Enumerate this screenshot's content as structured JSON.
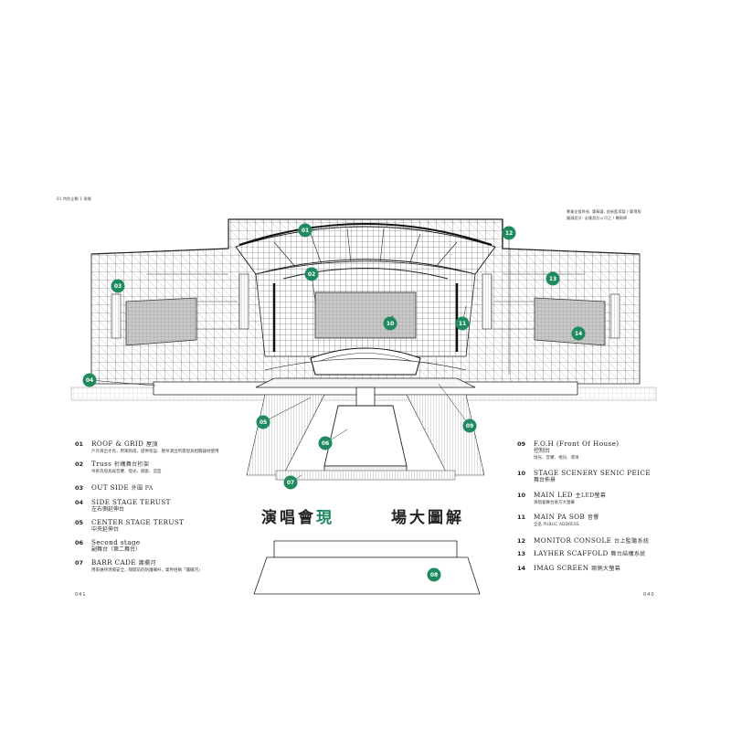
{
  "header": {
    "section_label": "01 特別企劃 1 現場",
    "credits_line1": "專業支援時長: 鄭蘇藝, 追新藍導製 / 鄭寶照",
    "credits_line2": "鏡頭設計: 必隆設計公司之 / 曝刷師"
  },
  "title": {
    "part1": "演唱會",
    "highlight": "現",
    "part2": "場大圖解"
  },
  "colors": {
    "accent": "#1e8a5e",
    "line": "#333333"
  },
  "markers": [
    {
      "id": "01"
    },
    {
      "id": "02"
    },
    {
      "id": "03"
    },
    {
      "id": "04"
    },
    {
      "id": "05"
    },
    {
      "id": "06"
    },
    {
      "id": "07"
    },
    {
      "id": "08"
    },
    {
      "id": "09"
    },
    {
      "id": "10"
    },
    {
      "id": "11"
    },
    {
      "id": "12"
    },
    {
      "id": "13"
    },
    {
      "id": "14"
    }
  ],
  "legend_left": [
    {
      "num": "01",
      "en": "ROOF & GRID",
      "zh": "屋頂",
      "desc": "戶外演出才有，用來防雨，提供架設、懸吊演出所需燈具相關器材使用"
    },
    {
      "num": "02",
      "en": "Truss",
      "zh": "桁構舞台桁架",
      "desc": "吊掛為燈具與音響、燈光、鋼索、造型"
    },
    {
      "num": "03",
      "en": "OUT SIDE",
      "zh": "外圍 PA",
      "desc": ""
    },
    {
      "num": "04",
      "en": "SIDE STAGE TERUST",
      "zh": "左右側延伸台",
      "desc": ""
    },
    {
      "num": "05",
      "en": "CENTER STAGE TERUST",
      "zh": "中央延伸台",
      "desc": ""
    },
    {
      "num": "06",
      "en": "Second stage",
      "zh": "副舞台（第二舞台）",
      "desc": ""
    },
    {
      "num": "07",
      "en": "BARR CADE",
      "zh": "護欄河",
      "desc": "用來維持現場安全，隔開前的防護欄杆，業界俗稱「護欄河」"
    }
  ],
  "legend_right": [
    {
      "num": "09",
      "en": "F.O.H (Front Of House)",
      "zh": "控制台",
      "desc": "燈光、音響、視訊、導演"
    },
    {
      "num": "10",
      "en": "STAGE SCENERY SENIC PEICE",
      "zh": "舞台佈景",
      "desc": ""
    },
    {
      "num": "10",
      "en": "MAIN LED",
      "zh": "主LED螢幕",
      "desc": "演唱會舞台後方大螢幕"
    },
    {
      "num": "11",
      "en": "MAIN PA SOB",
      "zh": "音響",
      "desc": "全名 PUBLIC ADDRESS"
    },
    {
      "num": "12",
      "en": "MONITOR CONSOLE",
      "zh": "台上監聽系統",
      "desc": ""
    },
    {
      "num": "13",
      "en": "LAYHER SCAFFOLD",
      "zh": "舞台結構系統",
      "desc": ""
    },
    {
      "num": "14",
      "en": "IMAG SCREEN",
      "zh": "兩側大螢幕",
      "desc": ""
    }
  ],
  "page_numbers": {
    "left": "041",
    "right": "040"
  }
}
